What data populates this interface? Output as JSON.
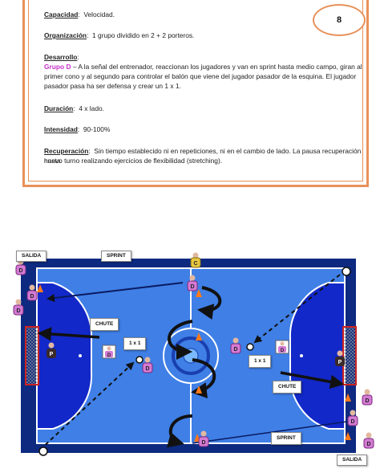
{
  "card": {
    "badge": "8",
    "capacidad_label": "Capacidad",
    "capacidad_value": "Velocidad.",
    "organizacion_label": "Organización",
    "organizacion_value": "1 grupo dividido en 2 + 2 porteros.",
    "desarrollo_label": "Desarrollo",
    "grupo_label": "Grupo D",
    "desarrollo_line1": "– A la señal del entrenador, reaccionan los jugadores y van en sprint hasta medio campo, giran al",
    "desarrollo_line2": "primer cono y al segundo para controlar el balón que viene del jugador pasador de la esquina. El jugador",
    "desarrollo_line3": "pasador pasa ha ser defensa y crear un 1 x 1.",
    "duracion_label": "Duración",
    "duracion_value": "4 x lado.",
    "intensidad_label": "Intensidad",
    "intensidad_value": "90-100%",
    "recuperacion_label": "Recuperación",
    "recuperacion_line1": "Sin tiempo establecido ni en repeticiones, ni en el cambio de lado. La pausa recuperación hasta",
    "recuperacion_line2": "nuevo turno realizando ejercicios de flexibilidad (stretching)."
  },
  "diagram": {
    "labels": {
      "salida_top": "SALIDA",
      "sprint_top": "SPRINT",
      "chute_left": "CHUTE",
      "one_v_one_left": "1 x 1",
      "one_v_one_right": "1 x 1",
      "chute_right": "CHUTE",
      "sprint_bottom": "SPRINT",
      "salida_bottom": "SALIDA"
    },
    "player_letters": {
      "group": "D",
      "goalkeeper": "P",
      "coach": "C"
    },
    "colors": {
      "court": "#3f7fe6",
      "area": "#1228c8",
      "border": "#0d2a80",
      "player_group": "#d47ad4",
      "player_goalkeeper": "#3a2a2a"
    }
  }
}
